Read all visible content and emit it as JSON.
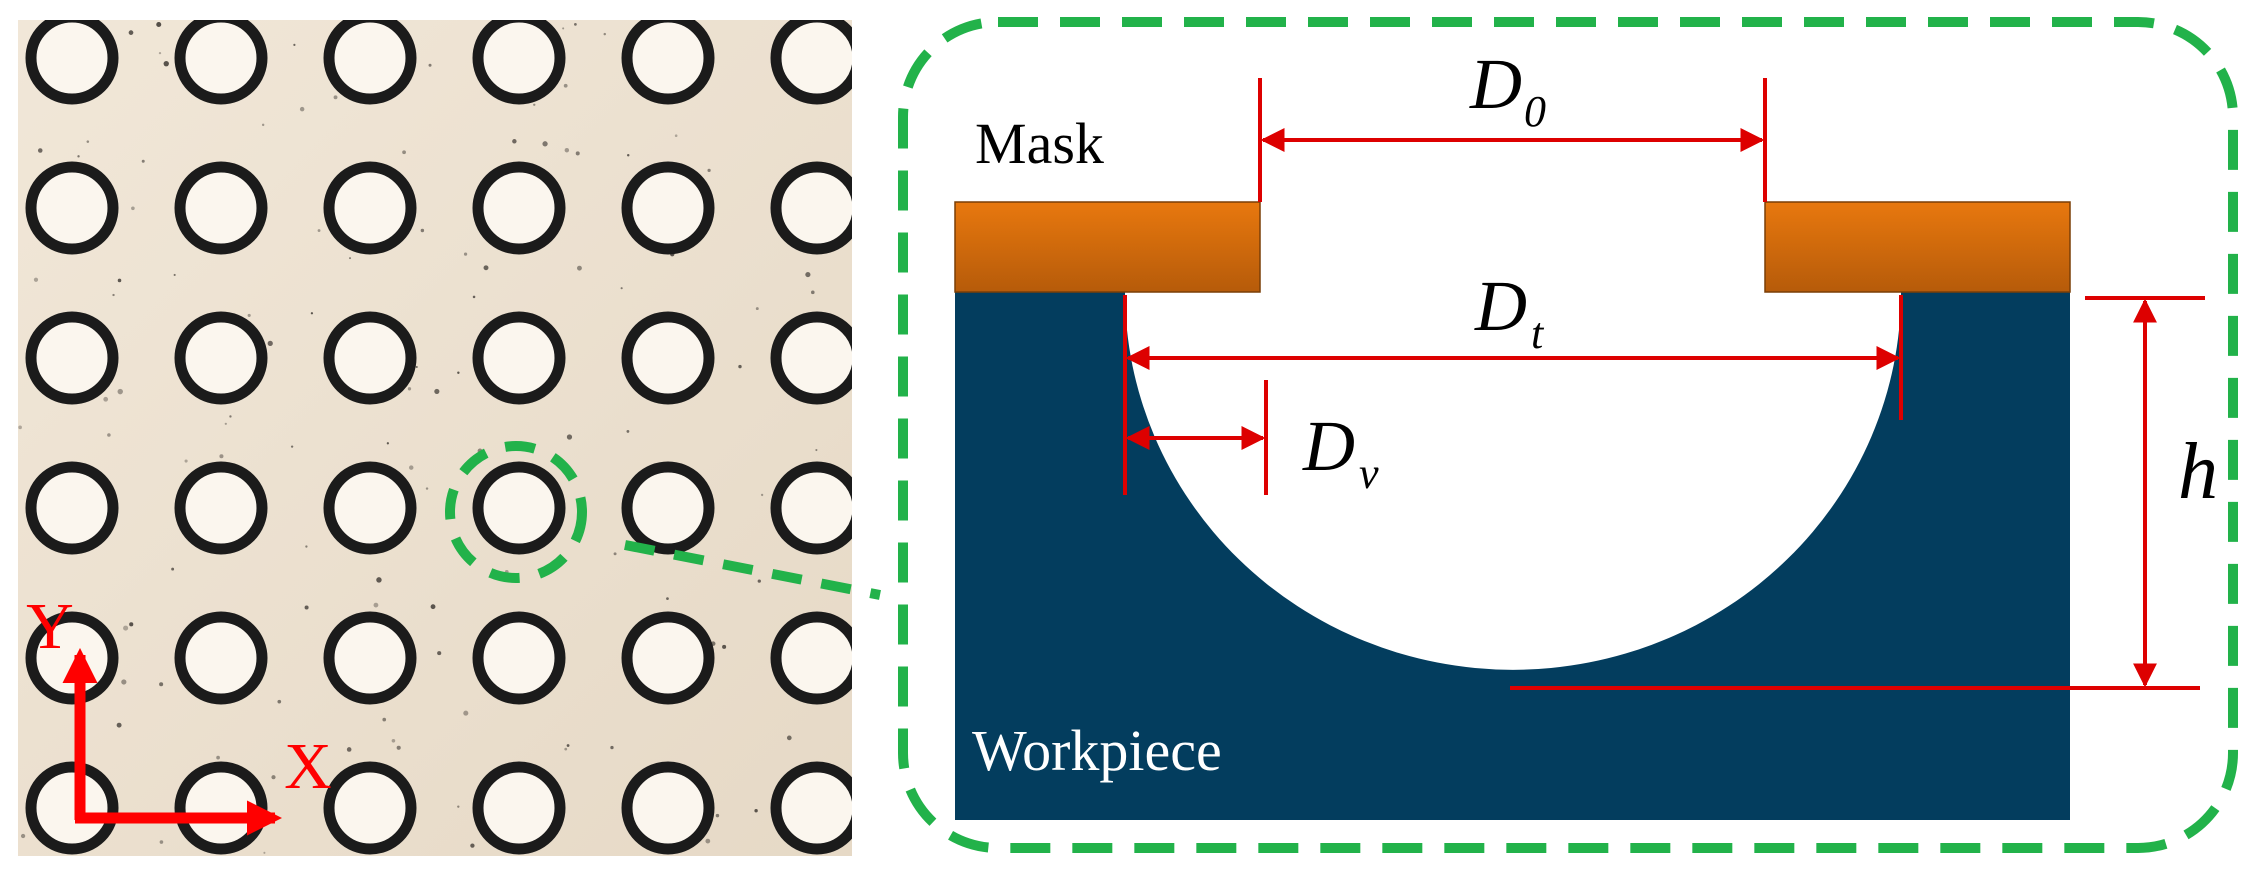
{
  "micrograph": {
    "rows": 6,
    "cols": 6,
    "axis_x_label": "X",
    "axis_y_label": "Y"
  },
  "schematic": {
    "mask_label": "Mask",
    "workpiece_label": "Workpiece",
    "dim_D0": {
      "main": "D",
      "sub": "0"
    },
    "dim_Dt": {
      "main": "D",
      "sub": "t"
    },
    "dim_Dv": {
      "main": "D",
      "sub": "v"
    },
    "dim_h": "h"
  },
  "colors": {
    "mask": "#d46a10",
    "workpiece": "#033d5e",
    "dimension": "#dd0000",
    "callout": "#22b24a",
    "micro_background": "#ece0cf",
    "dimple_ring": "#1b1b1b",
    "axis_arrow": "#ff0000"
  }
}
